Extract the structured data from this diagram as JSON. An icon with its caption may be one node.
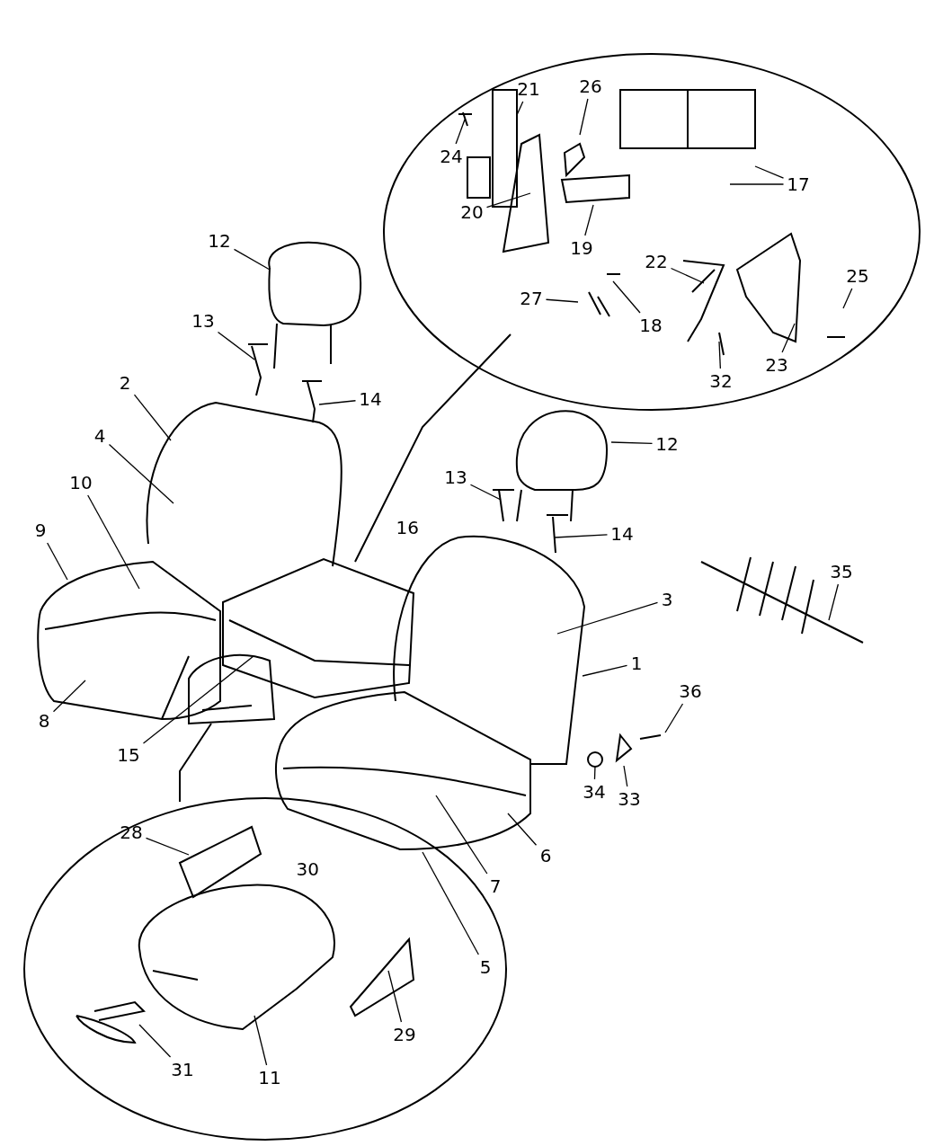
{
  "diagram": {
    "nodes": [
      {
        "text": [
          "21"
        ]
      },
      {
        "text": [
          "26"
        ]
      },
      {
        "text": [
          "24"
        ]
      },
      {
        "text": [
          "17"
        ]
      },
      {
        "text": [
          "20"
        ]
      },
      {
        "text": [
          "19"
        ]
      },
      {
        "text": [
          "12"
        ]
      },
      {
        "text": [
          "22"
        ]
      },
      {
        "text": [
          "25"
        ]
      },
      {
        "text": [
          "27"
        ]
      },
      {
        "text": [
          "18"
        ]
      },
      {
        "text": [
          "13"
        ]
      },
      {
        "text": [
          "32"
        ]
      },
      {
        "text": [
          "23"
        ]
      },
      {
        "text": [
          "2"
        ]
      },
      {
        "text": [
          "14"
        ]
      },
      {
        "text": [
          "12"
        ]
      },
      {
        "text": [
          "4"
        ]
      },
      {
        "text": [
          "13"
        ]
      },
      {
        "text": [
          "10"
        ]
      },
      {
        "text": [
          "9"
        ]
      },
      {
        "text": [
          "14"
        ]
      },
      {
        "text": [
          "35"
        ]
      },
      {
        "text": [
          "3"
        ]
      },
      {
        "text": [
          "1"
        ]
      },
      {
        "text": [
          "36"
        ]
      },
      {
        "text": [
          "8"
        ]
      },
      {
        "text": [
          "15"
        ]
      },
      {
        "text": [
          "34"
        ]
      },
      {
        "text": [
          "33"
        ]
      },
      {
        "text": [
          "28"
        ]
      },
      {
        "text": [
          "6"
        ]
      },
      {
        "text": [
          "7"
        ]
      },
      {
        "text": [
          "5"
        ]
      },
      {
        "text": [
          "29"
        ]
      },
      {
        "text": [
          "31"
        ]
      },
      {
        "text": [
          "11"
        ]
      }
    ],
    "edges": [
      {
        "from": 0,
        "to": null,
        "arrow": "none"
      },
      {
        "from": 1,
        "to": null,
        "arrow": "none"
      },
      {
        "from": 2,
        "to": null,
        "arrow": "none"
      },
      {
        "from": 3,
        "to": null,
        "arrow": "none"
      },
      {
        "from": 3,
        "to": null,
        "arrow": "none"
      },
      {
        "from": 4,
        "to": null,
        "arrow": "none"
      },
      {
        "from": 5,
        "to": null,
        "arrow": "none"
      },
      {
        "from": 6,
        "to": null,
        "arrow": "none"
      },
      {
        "from": 7,
        "to": null,
        "arrow": "none"
      },
      {
        "from": 8,
        "to": null,
        "arrow": "none"
      },
      {
        "from": 9,
        "to": null,
        "arrow": "none"
      },
      {
        "from": 10,
        "to": null,
        "arrow": "none"
      },
      {
        "from": 11,
        "to": null,
        "arrow": "none"
      },
      {
        "from": 12,
        "to": null,
        "arrow": "none"
      },
      {
        "from": 13,
        "to": null,
        "arrow": "none"
      },
      {
        "from": 14,
        "to": null,
        "arrow": "none"
      },
      {
        "from": 15,
        "to": null,
        "arrow": "none"
      },
      {
        "from": 16,
        "to": null,
        "arrow": "none"
      },
      {
        "from": 17,
        "to": null,
        "arrow": "none"
      },
      {
        "from": 18,
        "to": null,
        "arrow": "none"
      },
      {
        "from": 19,
        "to": null,
        "arrow": "none"
      },
      {
        "from": 20,
        "to": null,
        "arrow": "none"
      },
      {
        "from": 21,
        "to": null,
        "arrow": "none"
      },
      {
        "from": 22,
        "to": null,
        "arrow": "none"
      },
      {
        "from": 23,
        "to": null,
        "arrow": "none"
      },
      {
        "from": 24,
        "to": null,
        "arrow": "none"
      },
      {
        "from": 25,
        "to": null,
        "arrow": "none"
      },
      {
        "from": 26,
        "to": null,
        "arrow": "none"
      },
      {
        "from": 27,
        "to": null,
        "arrow": "none"
      },
      {
        "from": 28,
        "to": null,
        "arrow": "none"
      },
      {
        "from": 29,
        "to": null,
        "arrow": "none"
      },
      {
        "from": 30,
        "to": null,
        "arrow": "none"
      },
      {
        "from": 31,
        "to": null,
        "arrow": "none"
      },
      {
        "from": 32,
        "to": null,
        "arrow": "none"
      },
      {
        "from": 33,
        "to": null,
        "arrow": "none"
      },
      {
        "from": 34,
        "to": null,
        "arrow": "none"
      },
      {
        "from": 35,
        "to": null,
        "arrow": "none"
      },
      {
        "from": 36,
        "to": null,
        "arrow": "none"
      }
    ],
    "labels": [
      "16",
      "30"
    ]
  }
}
